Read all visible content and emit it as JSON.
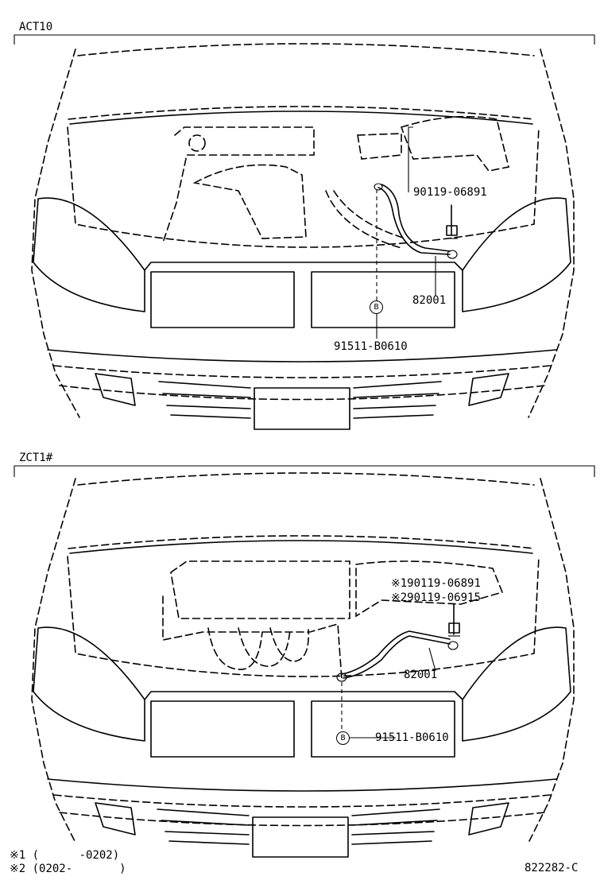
{
  "sections": [
    {
      "title": "ACT10",
      "labels": {
        "clip_part": "90119-06891",
        "cable_part": "82001",
        "grommet_part": "91511-B0610",
        "grommet_marker": "B"
      }
    },
    {
      "title": "ZCT1#",
      "labels": {
        "clip_part_1": "※190119-06891",
        "clip_part_2": "※290119-06915",
        "cable_part": "82001",
        "grommet_part": "91511-B0610",
        "grommet_marker": "B"
      }
    }
  ],
  "footnotes": [
    "※1 (      -0202)",
    "※2 (0202-       )"
  ],
  "figure_id": "822282-C"
}
